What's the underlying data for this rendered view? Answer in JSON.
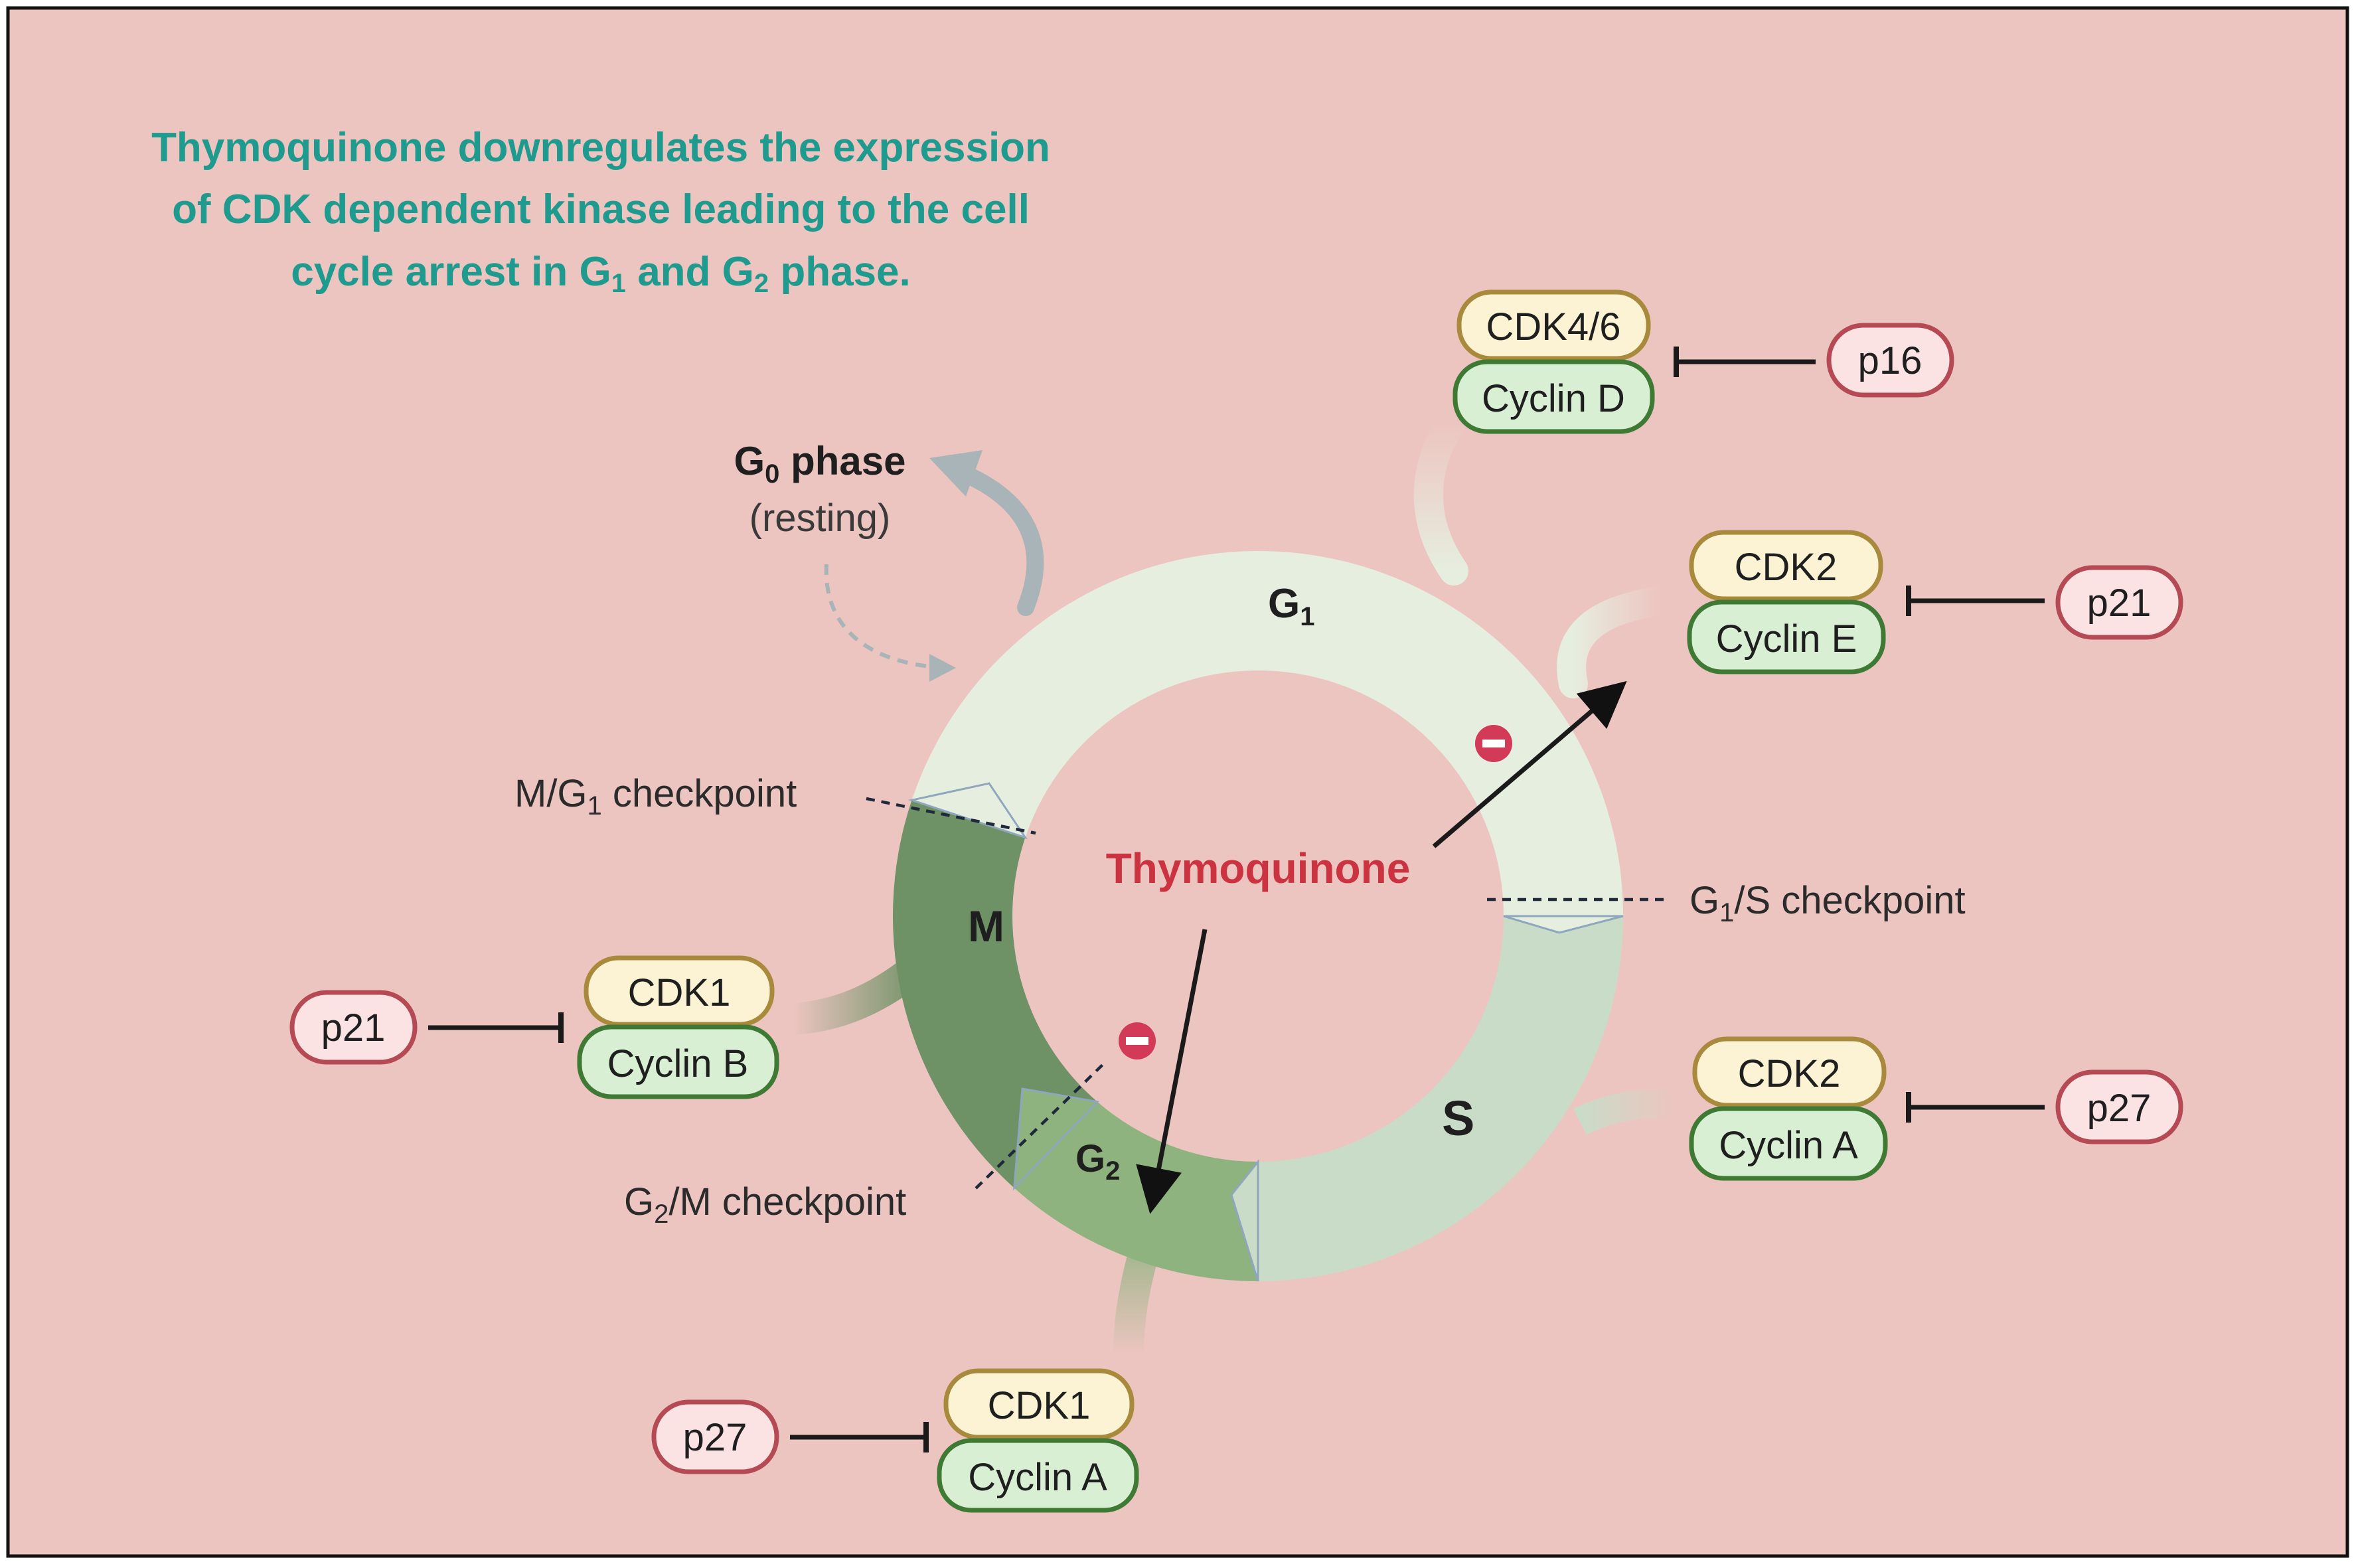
{
  "title": {
    "line1": "Thymoquinone downregulates the expression",
    "line2": "of CDK dependent kinase leading to the cell",
    "line3_a": "cycle arrest in G",
    "line3_sub1": "1",
    "line3_b": " and G",
    "line3_sub2": "2",
    "line3_c": " phase."
  },
  "g0": {
    "title_main": "G",
    "title_sub": "0",
    "title_rest": " phase",
    "subtitle": "(resting)"
  },
  "phases": {
    "g1_main": "G",
    "g1_sub": "1",
    "s": "S",
    "g2_main": "G",
    "g2_sub": "2",
    "m": "M"
  },
  "center_label": "Thymoquinone",
  "checkpoints": {
    "mg1_a": "M/G",
    "mg1_sub": "1",
    "mg1_b": " checkpoint",
    "g1s_a": "G",
    "g1s_sub": "1",
    "g1s_b": "/S checkpoint",
    "g2m_a": "G",
    "g2m_sub": "2",
    "g2m_b": "/M checkpoint"
  },
  "complexes": {
    "cdk46": "CDK4/6",
    "cyclin_d": "Cyclin D",
    "p16": "p16",
    "cdk2_e": "CDK2",
    "cyclin_e": "Cyclin E",
    "p21_e": "p21",
    "cdk2_a": "CDK2",
    "cyclin_a_s": "Cyclin A",
    "p27_s": "p27",
    "cdk1_b": "CDK1",
    "cyclin_b": "Cyclin B",
    "p21_b": "p21",
    "cdk1_a": "CDK1",
    "cyclin_a_g2": "Cyclin A",
    "p27_g2": "p27"
  },
  "colors": {
    "background": "#ecc5c0",
    "title": "#1e9a8e",
    "thymoquinone": "#cc3340",
    "g1_ring": "#e6eedf",
    "s_ring": "#c9dcc7",
    "g2_ring": "#8fb37f",
    "m_ring": "#6e9165",
    "cdk_fill": "#fbf3d3",
    "cdk_stroke": "#a98a3c",
    "cyclin_fill": "#d8efd4",
    "cyclin_stroke": "#3f7a35",
    "inhibitor_fill": "#fbe3e3",
    "inhibitor_stroke": "#b54a55",
    "minus_badge": "#d23a58"
  },
  "icons": [
    "inhibit-icon",
    "minus-icon",
    "arrow-icon",
    "curved-arrow-icon"
  ]
}
